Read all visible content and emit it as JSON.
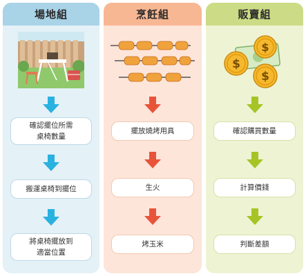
{
  "columns": [
    {
      "title": "場地組",
      "color": "#29b1e0",
      "illustration": "garden-bbq-scene",
      "steps": [
        "確認擺位所需\n桌椅數量",
        "搬運桌椅到擺位",
        "將桌椅擺放到\n適當位置"
      ]
    },
    {
      "title": "烹飪組",
      "color": "#e8543a",
      "illustration": "skewers",
      "steps": [
        "擺放燒烤用具",
        "生火",
        "烤玉米"
      ]
    },
    {
      "title": "販賣組",
      "color": "#a6c425",
      "illustration": "coins-and-banknote",
      "steps": [
        "確認購買數量",
        "計算價錢",
        "判斷差額"
      ]
    }
  ]
}
